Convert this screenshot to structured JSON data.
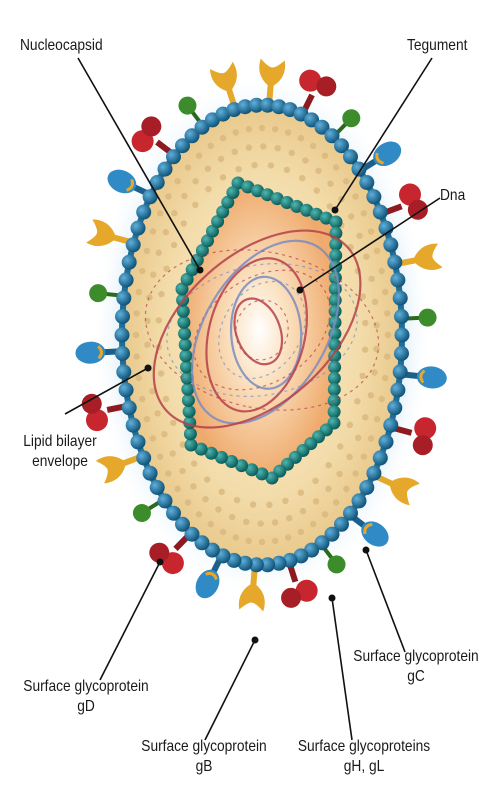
{
  "labels": {
    "nucleocapsid": "Nucleocapsid",
    "tegument": "Tegument",
    "dna": "Dna",
    "lipid_bilayer": [
      "Lipid bilayer",
      "envelope"
    ],
    "gd": [
      "Surface glycoprotein",
      "gD"
    ],
    "gb": [
      "Surface glycoprotein",
      "gB"
    ],
    "ghgl": [
      "Surface glycoproteins",
      "gH, gL"
    ],
    "gc": [
      "Surface glycoprotein",
      "gC"
    ]
  },
  "colors": {
    "envelope": "#1f6e96",
    "capsid": "#17827e",
    "tegument": "#f1d9a6",
    "core": "#f0b277",
    "halo": "#9fd0ef",
    "gd_red": "#c8262e",
    "gb_yellow": "#e6a82a",
    "gc_green": "#3c8c2c",
    "gh_blue": "#2f8ac6",
    "dna_red": "#b5404a",
    "dna_blue": "#7a8cc0"
  }
}
